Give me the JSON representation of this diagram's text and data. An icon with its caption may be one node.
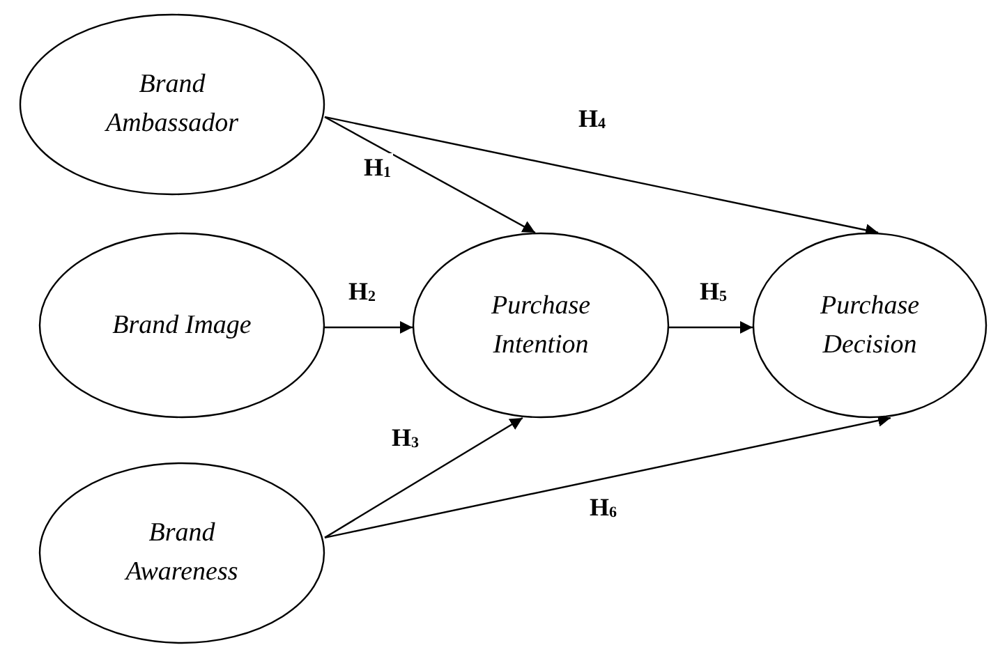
{
  "diagram": {
    "nodes": [
      {
        "text": [
          "Brand Ambassador"
        ]
      },
      {
        "text": [
          "Brand Image"
        ]
      },
      {
        "text": [
          "Brand Awareness"
        ]
      },
      {
        "text": [
          "Purchase Intention"
        ]
      },
      {
        "text": [
          "Purchase Decision"
        ]
      }
    ],
    "edges": [
      {
        "from": 0,
        "to": 3,
        "arrow": "to",
        "label": "H$_{1}$"
      },
      {
        "from": 0,
        "to": 4,
        "arrow": "to",
        "label": "H$_{4}$"
      },
      {
        "from": 1,
        "to": 3,
        "arrow": "to",
        "label": "H$_{2}$"
      },
      {
        "from": 3,
        "to": 4,
        "arrow": "to",
        "label": "H$_{5}$"
      },
      {
        "from": 2,
        "to": 3,
        "arrow": "to",
        "label": "H$_{3}$"
      },
      {
        "from": 2,
        "to": 4,
        "arrow": "to",
        "label": "H$_{6}$"
      }
    ]
  }
}
